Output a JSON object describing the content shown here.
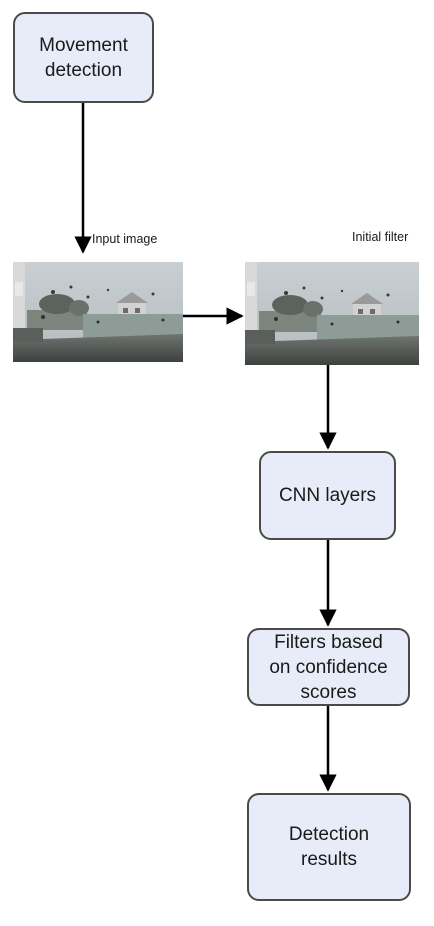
{
  "nodes": {
    "movement_detection": "Movement\ndetection",
    "cnn_layers": "CNN layers",
    "confidence_filters": "Filters based\non confidence\nscores",
    "detection_results": "Detection\nresults"
  },
  "labels": {
    "input_image": "Input image",
    "initial_filter": "Initial filter"
  },
  "colors": {
    "box_fill": "#e8ecf8",
    "box_border": "#4a4a4a",
    "arrow": "#000000"
  }
}
